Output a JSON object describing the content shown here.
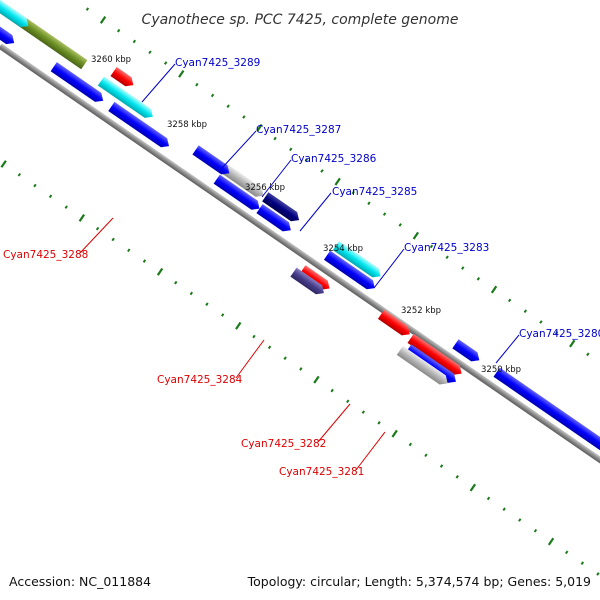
{
  "title": "Cyanothece sp. PCC 7425, complete genome",
  "footer": {
    "accession": "Accession: NC_011884",
    "summary": "Topology: circular; Length: 5,374,574 bp; Genes: 5,019"
  },
  "colors": {
    "forward_gene": "#0000ff",
    "reverse_gene": "#ff0000",
    "backbone": "#808080",
    "scale_dots": "#1a7a1a",
    "olive_cog": "#6b8e23",
    "cyan_cog": "#00e5ee",
    "grey_cog": "#b5b5b5",
    "navy_cog": "#000080",
    "slate_cog": "#483d8b"
  },
  "scale_labels": [
    "3260 kbp",
    "3258 kbp",
    "3256 kbp",
    "3254 kbp",
    "3252 kbp",
    "3250 kbp"
  ],
  "gene_labels": {
    "g3289": "Cyan7425_3289",
    "g3287": "Cyan7425_3287",
    "g3286": "Cyan7425_3286",
    "g3285": "Cyan7425_3285",
    "g3283": "Cyan7425_3283",
    "g3280": "Cyan7425_3280",
    "g3288": "Cyan7425_3288",
    "g3284": "Cyan7425_3284",
    "g3282": "Cyan7425_3282",
    "g3281": "Cyan7425_3281"
  }
}
